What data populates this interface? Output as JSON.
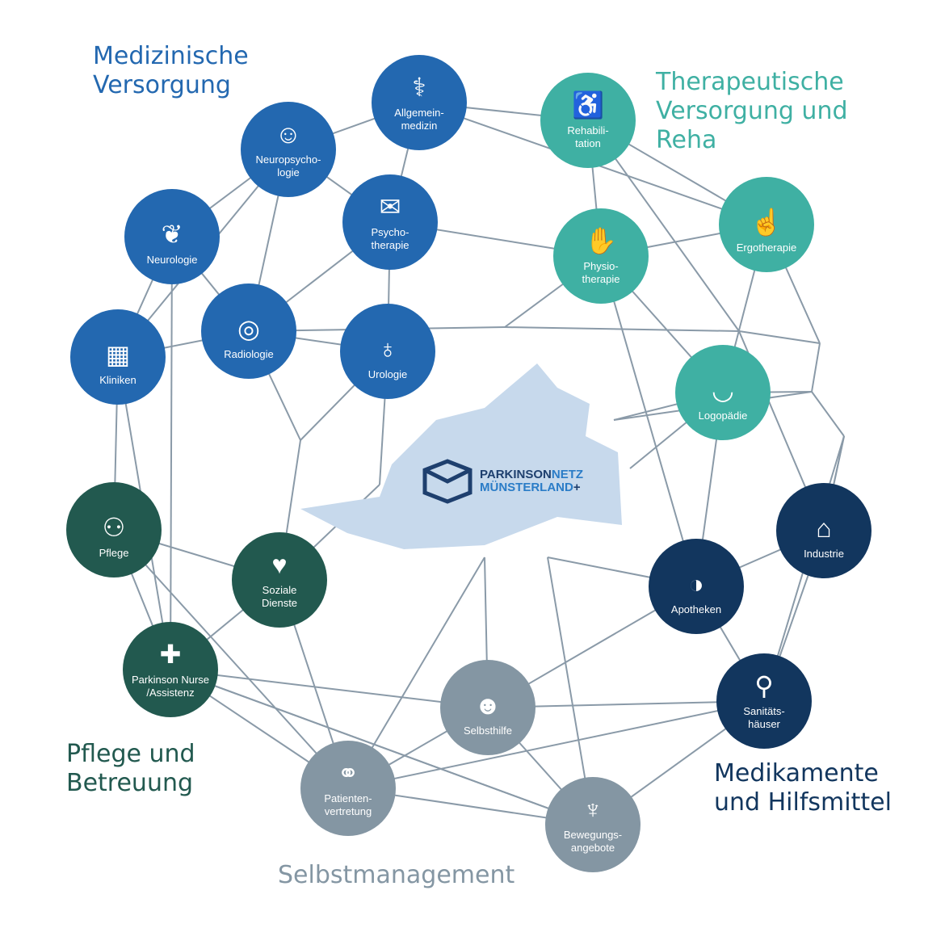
{
  "colors": {
    "medical": "#2368b0",
    "therapy": "#3fb0a3",
    "care": "#22594f",
    "meds": "#12365e",
    "self": "#8496a3",
    "line": "#8a9aa8",
    "map": "#c7d9ec"
  },
  "groups": [
    {
      "label": "Medizinische\nVersorgung",
      "color": "#2368b0"
    },
    {
      "label": "Therapeutische\nVersorgung und\nReha",
      "color": "#3fb0a3"
    },
    {
      "label": "Pflege und\nBetreuung",
      "color": "#22594f"
    },
    {
      "label": "Medikamente\nund Hilfsmittel",
      "color": "#12365e"
    },
    {
      "label": "Selbstmanagement",
      "color": "#8496a3"
    }
  ],
  "logo": {
    "line1a": "PARKINSON",
    "line1b": "NETZ",
    "line2": "MÜNSTERLAND",
    "plus": "+"
  },
  "nodes": [
    {
      "label": "Allgemein-\nmedizin",
      "group": 0,
      "icon": "stethoscope-icon",
      "glyph": "⚕"
    },
    {
      "label": "Neuropsycho-\nlogie",
      "group": 0,
      "icon": "head-icon",
      "glyph": "☺"
    },
    {
      "label": "Neurologie",
      "group": 0,
      "icon": "brain-icon",
      "glyph": "❦"
    },
    {
      "label": "Psycho-\ntherapie",
      "group": 0,
      "icon": "conversation-icon",
      "glyph": "✉"
    },
    {
      "label": "Radiologie",
      "group": 0,
      "icon": "mri-scanner-icon",
      "glyph": "◎"
    },
    {
      "label": "Kliniken",
      "group": 0,
      "icon": "hospital-icon",
      "glyph": "▦"
    },
    {
      "label": "Urologie",
      "group": 0,
      "icon": "bladder-icon",
      "glyph": "♁"
    },
    {
      "label": "Rehabili-\ntation",
      "group": 1,
      "icon": "rehab-icon",
      "glyph": "♿"
    },
    {
      "label": "Ergotherapie",
      "group": 1,
      "icon": "hands-icon",
      "glyph": "☝"
    },
    {
      "label": "Physio-\ntherapie",
      "group": 1,
      "icon": "physio-icon",
      "glyph": "✋"
    },
    {
      "label": "Logopädie",
      "group": 1,
      "icon": "lips-icon",
      "glyph": "◡"
    },
    {
      "label": "Pflege",
      "group": 2,
      "icon": "people-icon",
      "glyph": "⚇"
    },
    {
      "label": "Soziale\nDienste",
      "group": 2,
      "icon": "handshake-icon",
      "glyph": "♥"
    },
    {
      "label": "Parkinson Nurse\n/Assistenz",
      "group": 2,
      "icon": "nurse-icon",
      "glyph": "✚"
    },
    {
      "label": "Industrie",
      "group": 3,
      "icon": "factory-icon",
      "glyph": "⌂"
    },
    {
      "label": "Apotheken",
      "group": 3,
      "icon": "pill-icon",
      "glyph": "◑"
    },
    {
      "label": "Sanitäts-\nhäuser",
      "group": 3,
      "icon": "crutch-icon",
      "glyph": "⚲"
    },
    {
      "label": "Selbsthilfe",
      "group": 4,
      "icon": "dumbbell-icon",
      "glyph": "☻"
    },
    {
      "label": "Patienten-\nvertretung",
      "group": 4,
      "icon": "puzzle-people-icon",
      "glyph": "⚭"
    },
    {
      "label": "Bewegungs-\nangebote",
      "group": 4,
      "icon": "yoga-icon",
      "glyph": "♆"
    }
  ]
}
